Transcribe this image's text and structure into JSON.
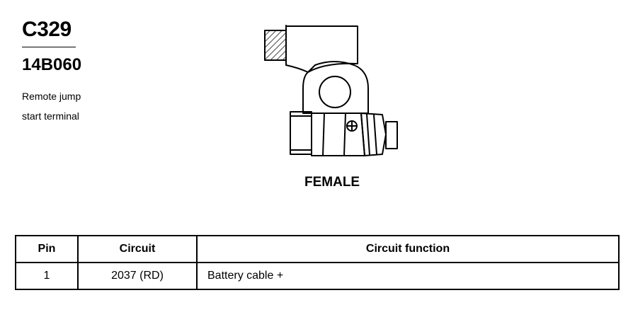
{
  "connector": {
    "id": "C329",
    "part_number": "14B060",
    "description_line1": "Remote jump",
    "description_line2": "start terminal",
    "gender": "FEMALE"
  },
  "table": {
    "headers": [
      "Pin",
      "Circuit",
      "Circuit function"
    ],
    "rows": [
      {
        "pin": "1",
        "circuit": "2037 (RD)",
        "function": "Battery cable +"
      }
    ]
  }
}
